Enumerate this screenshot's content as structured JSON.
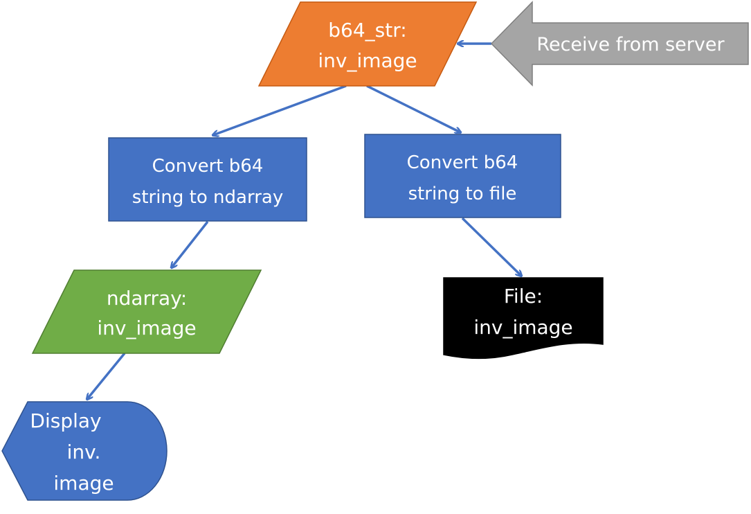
{
  "colors": {
    "orange": "#ED7D31",
    "orange_stroke": "#C55A11",
    "blue": "#4472C4",
    "blue_stroke": "#2F528F",
    "green": "#70AD47",
    "green_stroke": "#507E32",
    "black": "#000000",
    "gray": "#A5A5A5",
    "gray_stroke": "#7F7F7F",
    "connector": "#4472C4"
  },
  "nodes": {
    "source": {
      "line1": "b64_str:",
      "line2": "inv_image"
    },
    "receive": {
      "label": "Receive from server"
    },
    "convert_ndarray": {
      "line1": "Convert b64",
      "line2": "string to ndarray"
    },
    "convert_file": {
      "line1": "Convert b64",
      "line2": "string to file"
    },
    "ndarray": {
      "line1": "ndarray:",
      "line2": "inv_image"
    },
    "file": {
      "line1": "File:",
      "line2": "inv_image"
    },
    "display": {
      "line1": "Display",
      "line2": "inv.",
      "line3": "image"
    }
  }
}
